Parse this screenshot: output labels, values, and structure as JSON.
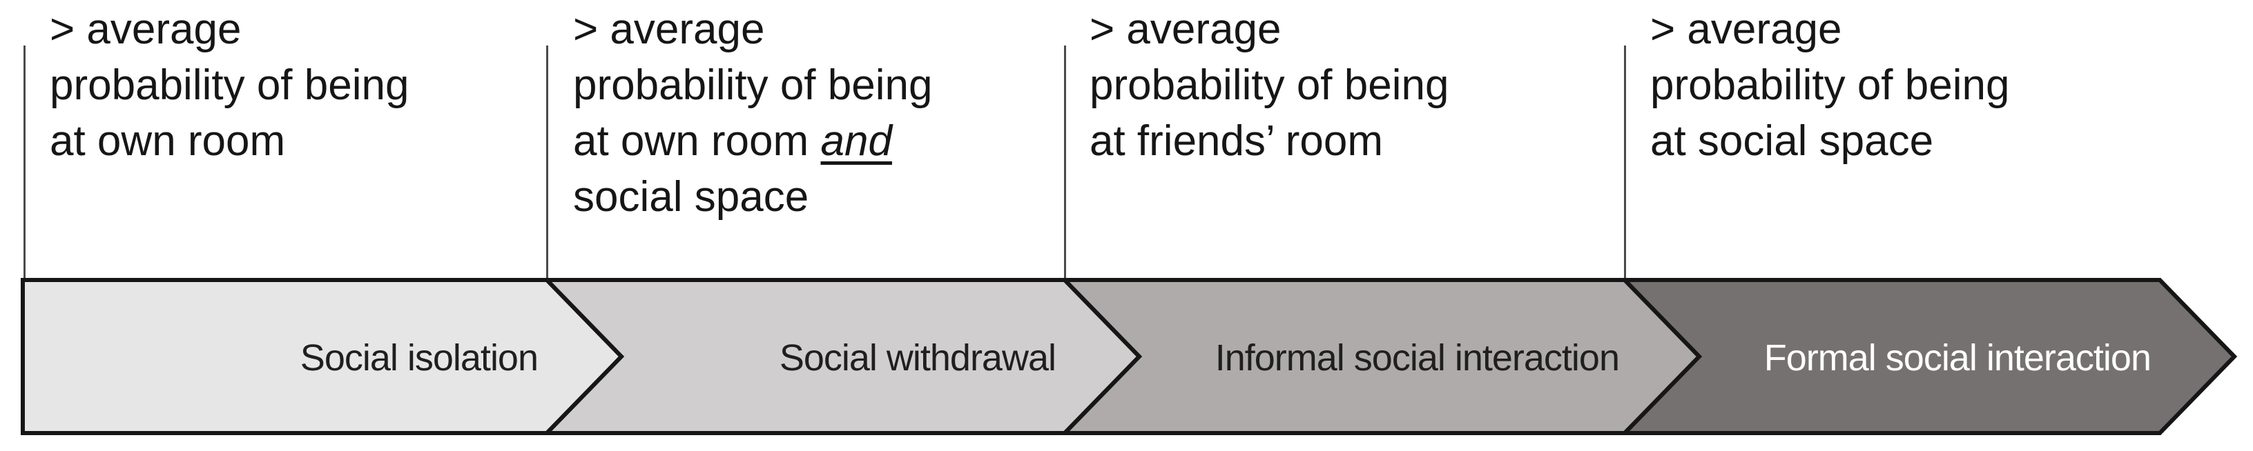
{
  "figure": {
    "background": "#ffffff",
    "outline_color": "#161616",
    "guide_line_color": "#4a4a4a"
  },
  "annotations": [
    {
      "lines": [
        "> average",
        "probability of being",
        "at own room"
      ]
    },
    {
      "lines": [
        "> average",
        "probability of being",
        "at own room",
        "social space"
      ],
      "emphasis": "and"
    },
    {
      "lines": [
        "> average",
        "probability of being",
        "at friends’ room"
      ]
    },
    {
      "lines": [
        "> average",
        "probability of being",
        "at social space"
      ]
    }
  ],
  "stages": [
    {
      "label": "Social isolation",
      "fill": "#E7E6E6",
      "text_color": "#1f1f1f"
    },
    {
      "label": "Social withdrawal",
      "fill": "#D0CECE",
      "text_color": "#1f1f1f"
    },
    {
      "label": "Informal social interaction",
      "fill": "#AFABAB",
      "text_color": "#1f1f1f"
    },
    {
      "label": "Formal social interaction",
      "fill": "#767171",
      "text_color": "#ffffff"
    }
  ]
}
